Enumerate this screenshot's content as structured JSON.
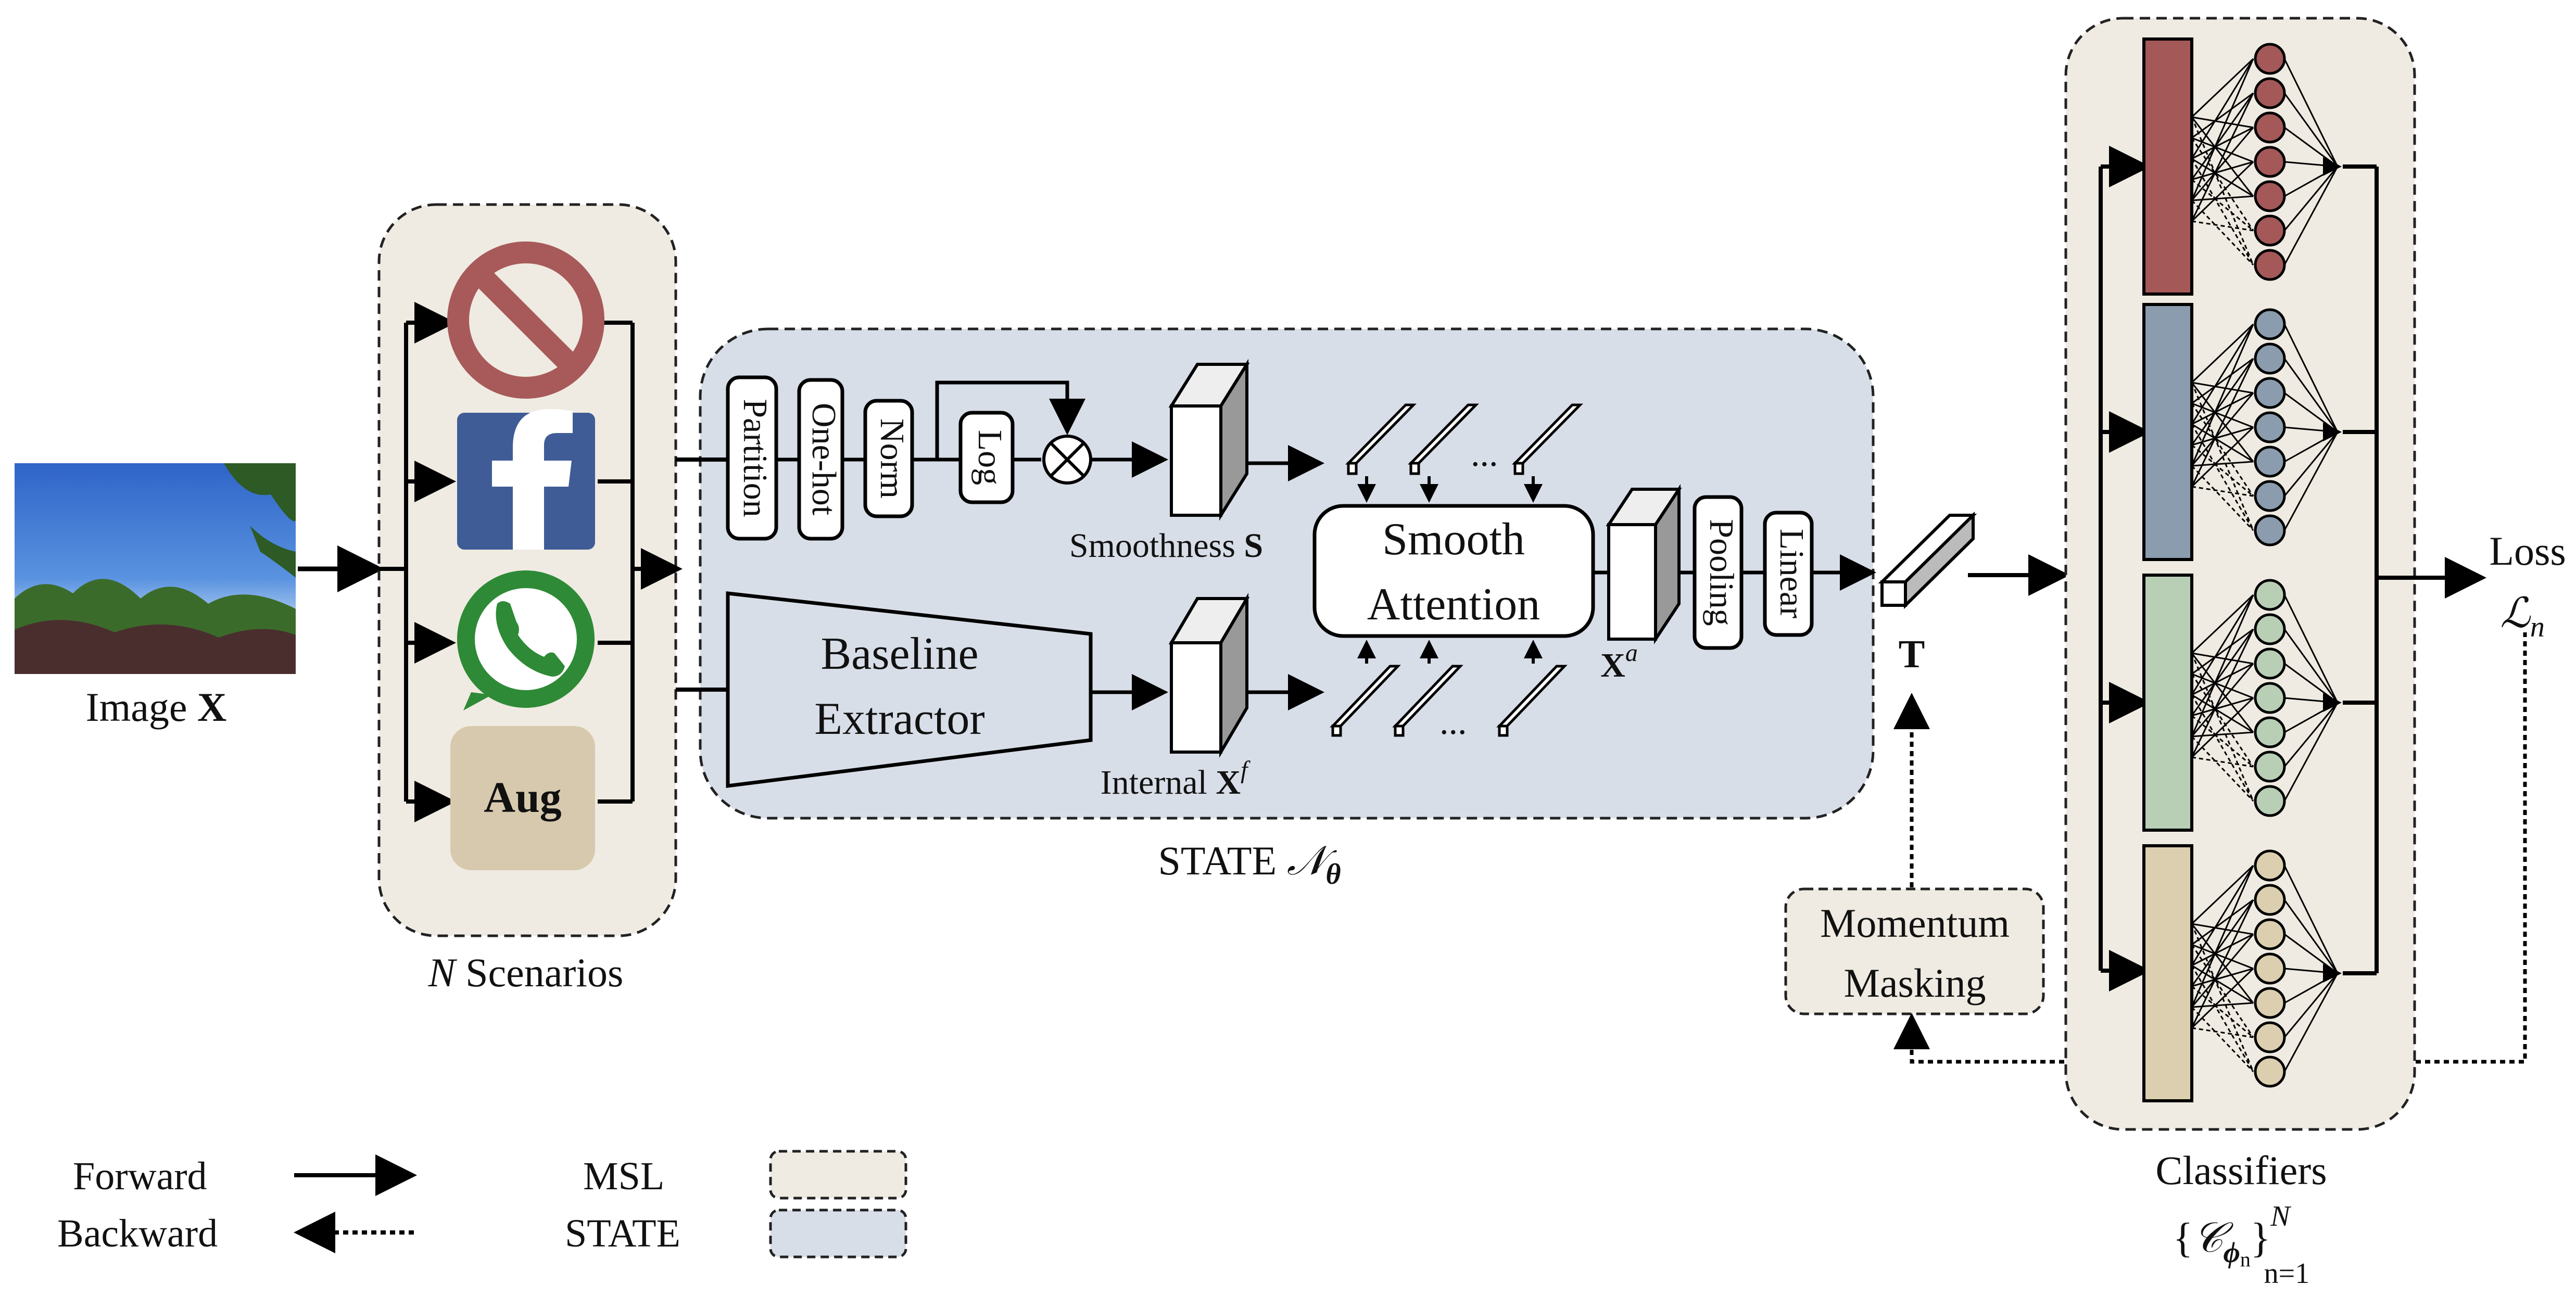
{
  "input": {
    "label": "Image ",
    "symbol": "X"
  },
  "scenarios": {
    "items": [
      {
        "name": "block",
        "icon": "block-icon",
        "color": "#a75a59"
      },
      {
        "name": "facebook",
        "icon": "facebook-icon",
        "color": "#3f5c96"
      },
      {
        "name": "whatsapp",
        "icon": "whatsapp-icon",
        "color": "#2e8a36"
      },
      {
        "name": "augmentation",
        "label": "Aug",
        "color": "#d7c9ad"
      }
    ],
    "caption_var": "N",
    "caption_text": " Scenarios"
  },
  "state": {
    "ops": [
      "Partition",
      "One-hot",
      "Norm",
      "Log"
    ],
    "multiply_symbol": "⊗",
    "smoothness": {
      "label": "Smoothness ",
      "symbol": "S"
    },
    "baseline": {
      "line1": "Baseline",
      "line2": "Extractor"
    },
    "internal": {
      "label": "Internal ",
      "symbol": "X",
      "sup": "f"
    },
    "ellipsis": "...",
    "smooth_attention": {
      "line1": "Smooth",
      "line2": "Attention"
    },
    "xa": {
      "symbol": "X",
      "sup": "a"
    },
    "pooling": "Pooling",
    "linear": "Linear",
    "caption": "STATE ",
    "caption_symbol": "𝒩",
    "caption_sub": "θ"
  },
  "token": "T",
  "momentum": {
    "line1": "Momentum",
    "line2": "Masking"
  },
  "classifiers": {
    "colors": [
      {
        "bar": "#a45858",
        "node": "#a45858"
      },
      {
        "bar": "#8a9cae",
        "node": "#8a9cae"
      },
      {
        "bar": "#b8cfb6",
        "node": "#b8cfb6"
      },
      {
        "bar": "#dccfb0",
        "node": "#dccfb0"
      }
    ],
    "caption": "Classifiers",
    "set_open": "{",
    "set_symbol": "𝒞",
    "set_sub": "ϕ",
    "set_subsub": "n",
    "set_close": "}",
    "set_sup": "N",
    "set_range": "n=1"
  },
  "loss": {
    "line1": "Loss",
    "symbol": "ℒ",
    "sub": "n"
  },
  "legend": {
    "forward": "Forward",
    "backward": "Backward",
    "msl": "MSL",
    "state": "STATE",
    "msl_color": "#efebe2",
    "state_color": "#d8dee8"
  }
}
